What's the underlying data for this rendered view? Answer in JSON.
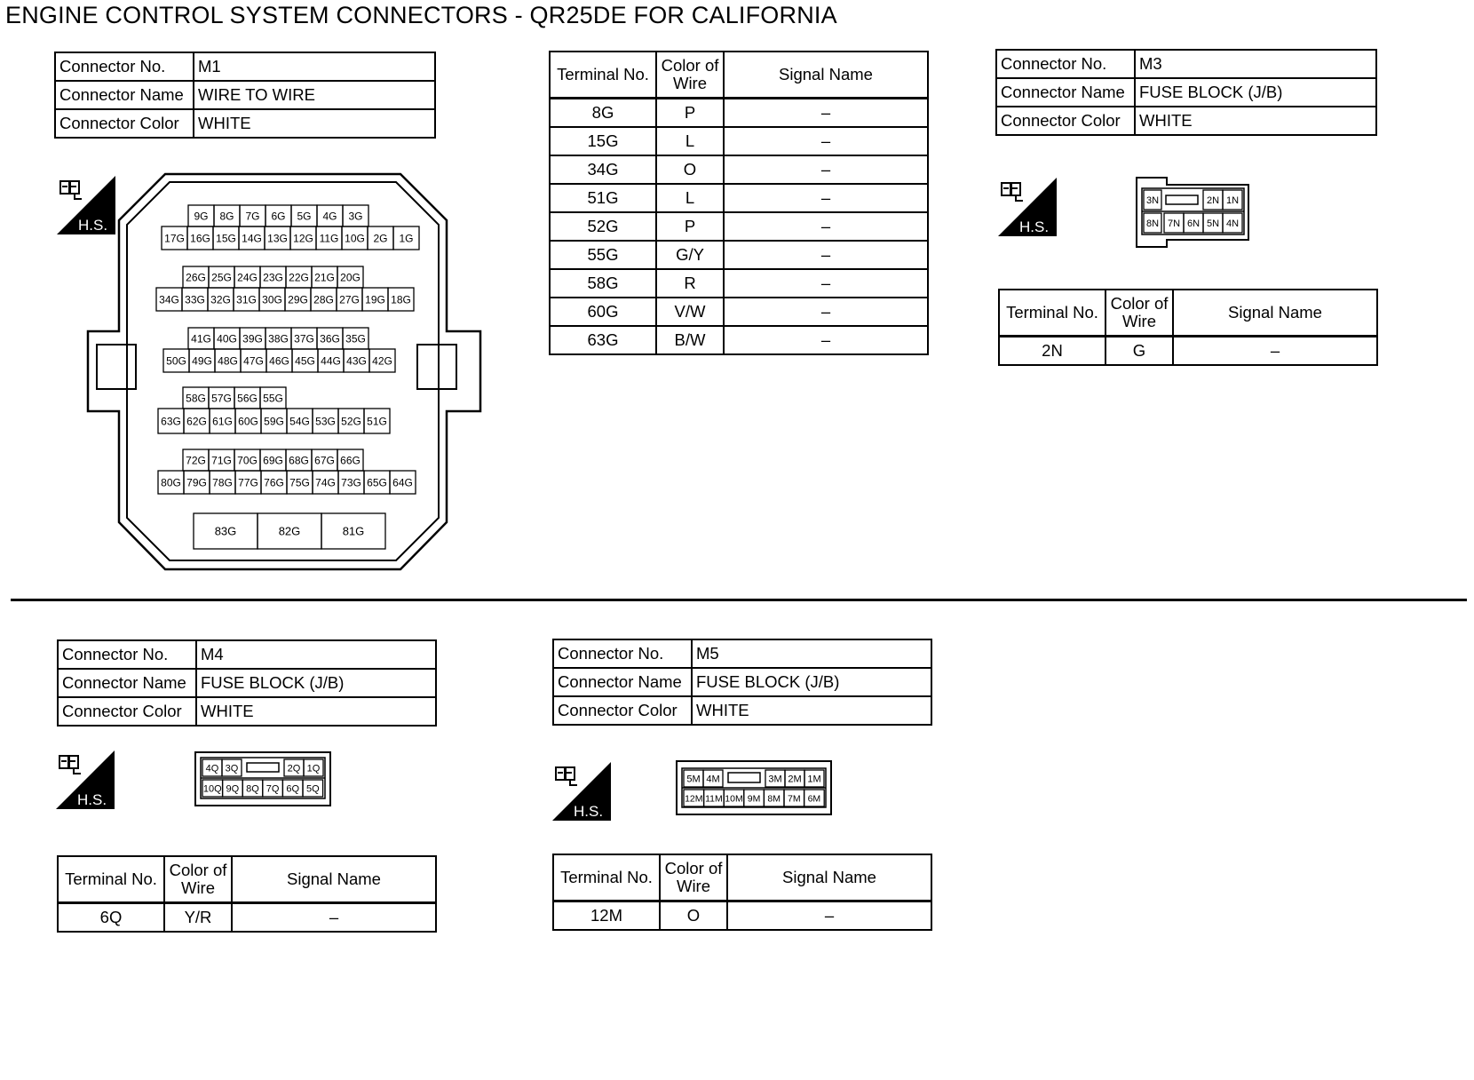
{
  "title": "ENGINE CONTROL SYSTEM CONNECTORS - QR25DE FOR CALIFORNIA",
  "hs_label": "H.S.",
  "labels": {
    "connector_no": "Connector No.",
    "connector_name": "Connector Name",
    "connector_color": "Connector Color",
    "terminal_no": "Terminal No.",
    "color_of_wire_1": "Color of",
    "color_of_wire_2": "Wire",
    "signal_name": "Signal Name"
  },
  "connectors": {
    "m1": {
      "no": "M1",
      "name": "WIRE TO WIRE",
      "color": "WHITE",
      "terminals": [
        {
          "terminal": "8G",
          "wire": "P",
          "signal": "–"
        },
        {
          "terminal": "15G",
          "wire": "L",
          "signal": "–"
        },
        {
          "terminal": "34G",
          "wire": "O",
          "signal": "–"
        },
        {
          "terminal": "51G",
          "wire": "L",
          "signal": "–"
        },
        {
          "terminal": "52G",
          "wire": "P",
          "signal": "–"
        },
        {
          "terminal": "55G",
          "wire": "G/Y",
          "signal": "–"
        },
        {
          "terminal": "58G",
          "wire": "R",
          "signal": "–"
        },
        {
          "terminal": "60G",
          "wire": "V/W",
          "signal": "–"
        },
        {
          "terminal": "63G",
          "wire": "B/W",
          "signal": "–"
        }
      ],
      "pin_rows": [
        [
          "9G",
          "8G",
          "7G",
          "6G",
          "5G",
          "4G",
          "3G"
        ],
        [
          "17G",
          "16G",
          "15G",
          "14G",
          "13G",
          "12G",
          "11G",
          "10G",
          "2G",
          "1G"
        ],
        [
          "26G",
          "25G",
          "24G",
          "23G",
          "22G",
          "21G",
          "20G"
        ],
        [
          "34G",
          "33G",
          "32G",
          "31G",
          "30G",
          "29G",
          "28G",
          "27G",
          "19G",
          "18G"
        ],
        [
          "41G",
          "40G",
          "39G",
          "38G",
          "37G",
          "36G",
          "35G"
        ],
        [
          "50G",
          "49G",
          "48G",
          "47G",
          "46G",
          "45G",
          "44G",
          "43G",
          "42G"
        ],
        [
          "58G",
          "57G",
          "56G",
          "55G"
        ],
        [
          "63G",
          "62G",
          "61G",
          "60G",
          "59G",
          "54G",
          "53G",
          "52G",
          "51G"
        ],
        [
          "72G",
          "71G",
          "70G",
          "69G",
          "68G",
          "67G",
          "66G"
        ],
        [
          "80G",
          "79G",
          "78G",
          "77G",
          "76G",
          "75G",
          "74G",
          "73G",
          "65G",
          "64G"
        ],
        [
          "83G",
          "82G",
          "81G"
        ]
      ]
    },
    "m3": {
      "no": "M3",
      "name": "FUSE BLOCK (J/B)",
      "color": "WHITE",
      "terminals": [
        {
          "terminal": "2N",
          "wire": "G",
          "signal": "–"
        }
      ],
      "pins_top": [
        "3N",
        "2N",
        "1N"
      ],
      "pins_bottom": [
        "8N",
        "7N",
        "6N",
        "5N",
        "4N"
      ]
    },
    "m4": {
      "no": "M4",
      "name": "FUSE BLOCK (J/B)",
      "color": "WHITE",
      "terminals": [
        {
          "terminal": "6Q",
          "wire": "Y/R",
          "signal": "–"
        }
      ],
      "pins_top": [
        "4Q",
        "3Q",
        "2Q",
        "1Q"
      ],
      "pins_bottom": [
        "10Q",
        "9Q",
        "8Q",
        "7Q",
        "6Q",
        "5Q"
      ]
    },
    "m5": {
      "no": "M5",
      "name": "FUSE BLOCK (J/B)",
      "color": "WHITE",
      "terminals": [
        {
          "terminal": "12M",
          "wire": "O",
          "signal": "–"
        }
      ],
      "pins_top": [
        "5M",
        "4M",
        "3M",
        "2M",
        "1M"
      ],
      "pins_bottom": [
        "12M",
        "11M",
        "10M",
        "9M",
        "8M",
        "7M",
        "6M"
      ]
    }
  }
}
